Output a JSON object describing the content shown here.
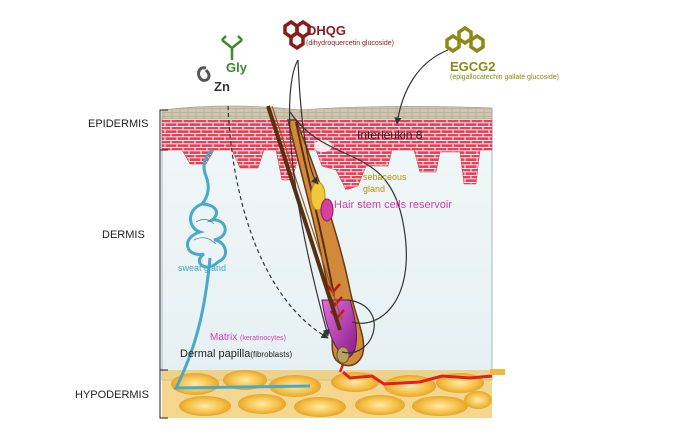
{
  "layers": {
    "epidermis": "EPIDERMIS",
    "dermis": "DERMIS",
    "hypodermis": "HYPODERMIS"
  },
  "molecules": {
    "gly": "Gly",
    "zn": "Zn",
    "dhqg": {
      "name": "DHQG",
      "full": "(dihydroquercetin glucoside)"
    },
    "egcg2": {
      "name": "EGCG2",
      "full": "(epigallocatechin gallate glucoside)"
    }
  },
  "structures": {
    "interleukin": "Interleukin 8",
    "sebaceous_line1": "sebaceous",
    "sebaceous_line2": "gland",
    "stem_cells": "Hair stem cells reservoir",
    "sweat_gland": "sweat gland",
    "matrix": "Matrix",
    "matrix_sub": "(keratinocytes)",
    "papilla": "Dermal papilla",
    "papilla_sub": "(fibroblasts)"
  },
  "colors": {
    "gly": "#3a8a2a",
    "zn": "#333333",
    "dhqg": "#8b1a1a",
    "egcg2": "#8a8a14",
    "sebaceous": "#b8930a",
    "stem_cells": "#d63fa0",
    "sweat_gland": "#4aa8c8",
    "matrix": "#cc44bb",
    "epidermis_brick": "#e8425a",
    "hypodermis_fat": "#f0b840"
  },
  "icons": {
    "gly": "glycine-molecule-icon",
    "zn": "zinc-ion-icon",
    "dhqg": "hexagon-ring-icon",
    "egcg2": "hexagon-ring-icon"
  }
}
